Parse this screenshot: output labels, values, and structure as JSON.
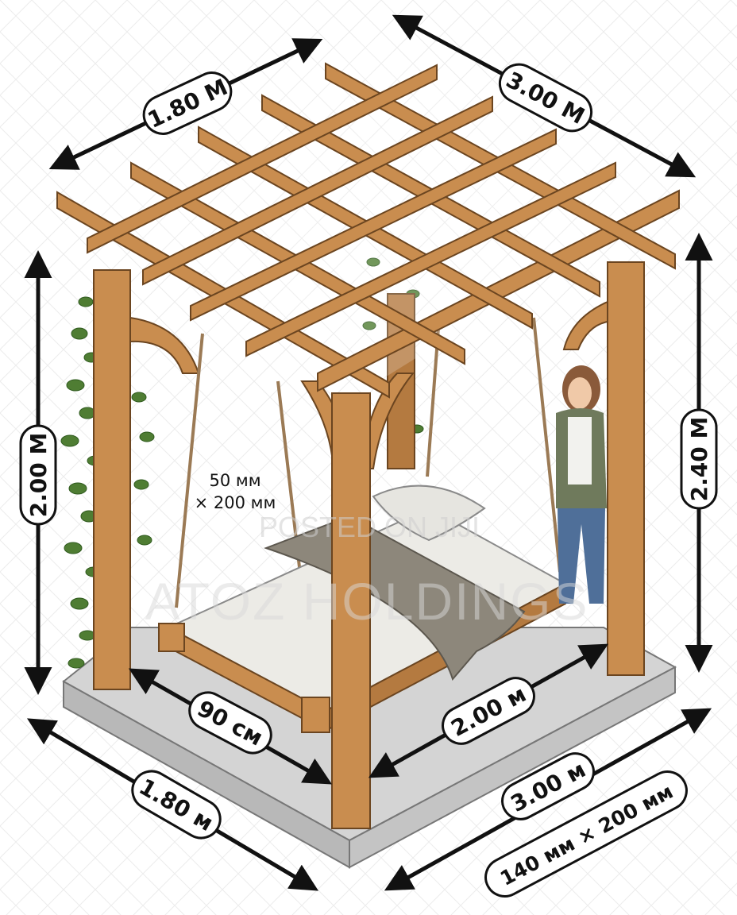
{
  "dimensions": {
    "roof_left_width": "1.80 M",
    "roof_right_length": "3.00 M",
    "left_height": "2.00 M",
    "right_height": "2.40 M",
    "bed_width": "90 см",
    "bed_length": "2.00 м",
    "base_left_width": "1.80 м",
    "base_right_length": "3.00 м",
    "post_size": "140 мм × 200 мм"
  },
  "rafter_note": {
    "line1": "50 мм",
    "line2": "× 200 мм"
  },
  "watermarks": {
    "top": "POSTED ON JIJI",
    "main": "ATOZ HOLDINGS"
  },
  "colors": {
    "wood": "#c98d4f",
    "wood_dark": "#a96b33",
    "concrete": "#d3d3d3",
    "mattress": "#ecebe6",
    "blanket": "#8d877b",
    "foliage": "#4f7d33"
  }
}
